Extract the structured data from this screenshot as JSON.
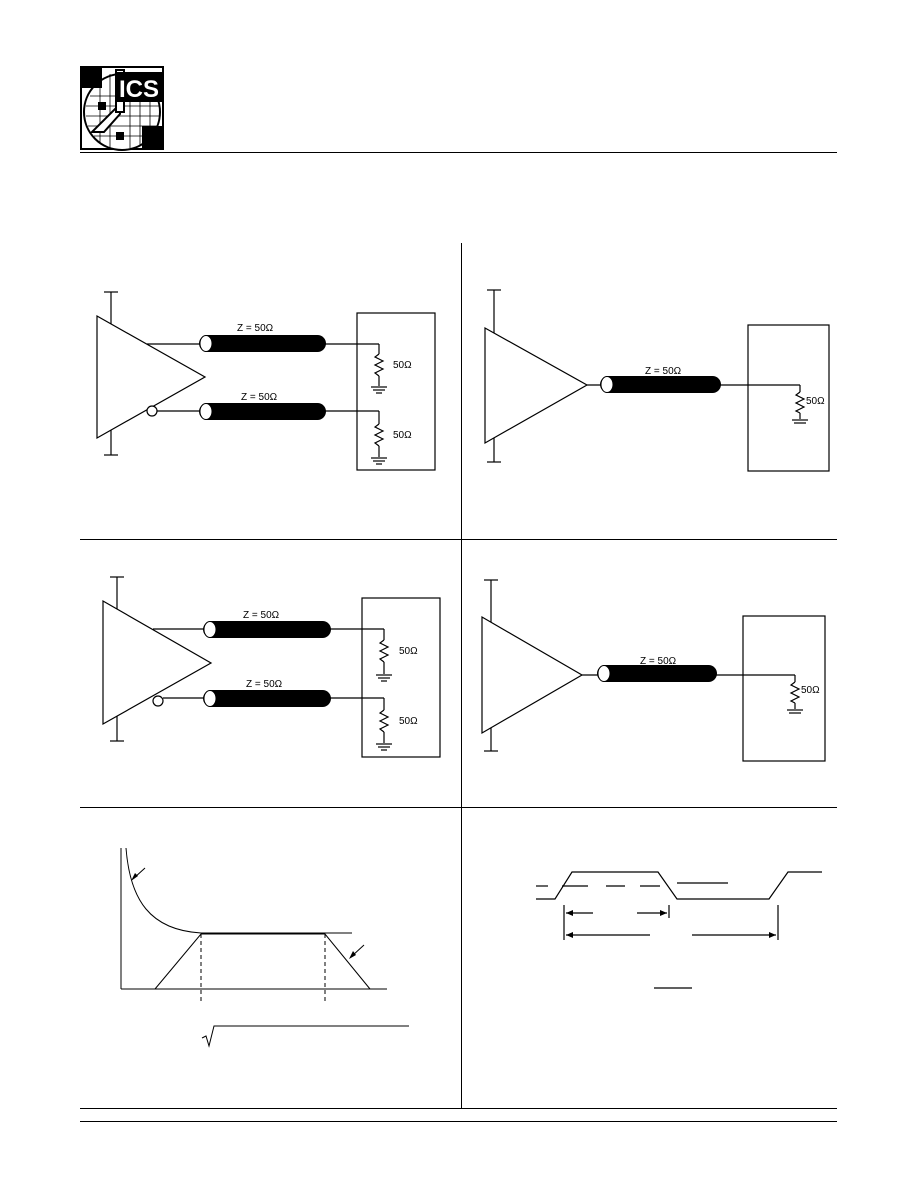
{
  "logo": {
    "text": "ICS"
  },
  "panels": {
    "top_left": {
      "cable1_label": "Z = 50Ω",
      "cable2_label": "Z = 50Ω",
      "res1_label": "50Ω",
      "res2_label": "50Ω"
    },
    "top_right": {
      "cable_label": "Z = 50Ω",
      "res_label": "50Ω"
    },
    "mid_left": {
      "cable1_label": "Z = 50Ω",
      "cable2_label": "Z = 50Ω",
      "res1_label": "50Ω",
      "res2_label": "50Ω"
    },
    "mid_right": {
      "cable_label": "Z = 50Ω",
      "res_label": "50Ω"
    }
  },
  "colors": {
    "ink": "#000000",
    "paper": "#ffffff"
  }
}
